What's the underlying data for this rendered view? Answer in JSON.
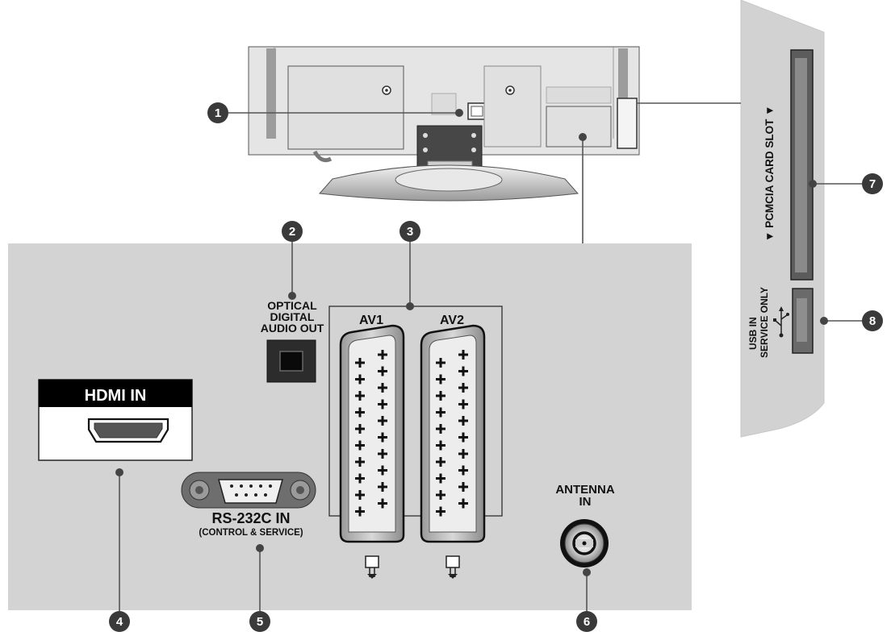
{
  "labels": {
    "hdmi_in": "HDMI IN",
    "optical_line1": "OPTICAL",
    "optical_line2": "DIGITAL",
    "optical_line3": "AUDIO OUT",
    "av1": "AV1",
    "av2": "AV2",
    "rs232_line1": "RS-232C IN",
    "rs232_line2": "(CONTROL & SERVICE)",
    "antenna_line1": "ANTENNA",
    "antenna_line2": "IN",
    "pcmcia": "▼ PCMCIA CARD SLOT ▼",
    "usb_line1": "USB IN",
    "usb_line2": "SERVICE ONLY"
  },
  "callouts": [
    "1",
    "2",
    "3",
    "4",
    "5",
    "6",
    "7",
    "8"
  ],
  "colors": {
    "panel": "#d3d3d3",
    "tv_body": "#e3e3e3",
    "callout": "#3a3a3a",
    "hdmi_header": "#000000"
  }
}
